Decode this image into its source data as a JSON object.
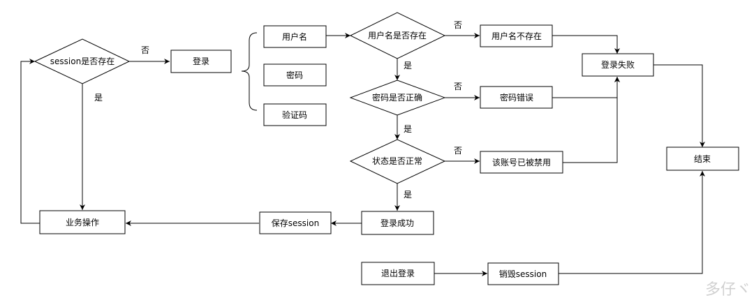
{
  "nodes": {
    "session_check": "session是否存在",
    "login": "登录",
    "username": "用户名",
    "password": "密码",
    "captcha": "验证码",
    "username_check": "用户名是否存在",
    "username_missing": "用户名不存在",
    "password_check": "密码是否正确",
    "password_error": "密码错误",
    "status_check": "状态是否正常",
    "account_banned": "该账号已被禁用",
    "login_failed": "登录失败",
    "end": "结束",
    "business": "业务操作",
    "save_session": "保存session",
    "login_success": "登录成功",
    "logout": "退出登录",
    "destroy_session": "销毁session"
  },
  "edge_labels": {
    "session_no": "否",
    "session_yes": "是",
    "username_no": "否",
    "username_yes": "是",
    "password_no": "否",
    "password_yes": "是",
    "status_no": "否",
    "status_yes": "是"
  },
  "watermark": "多仔ヾ"
}
